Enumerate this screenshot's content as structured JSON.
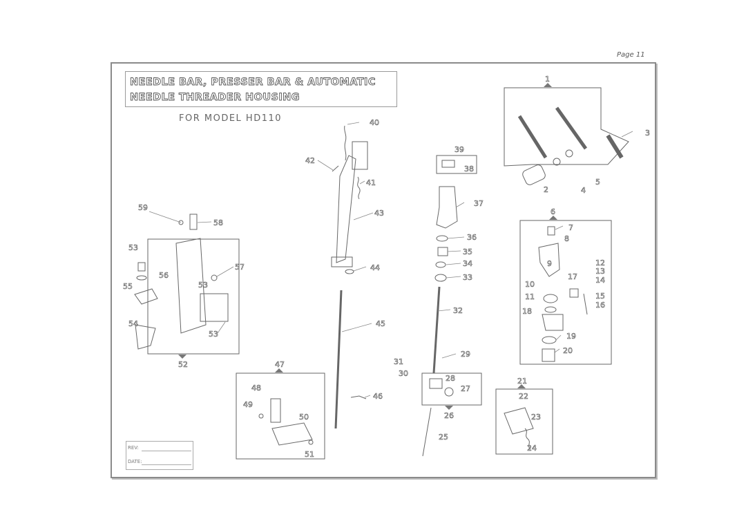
{
  "page": "Page 11",
  "title_lines": [
    "NEEDLE BAR, PRESSER BAR & AUTOMATIC",
    "NEEDLE THREADER HOUSING"
  ],
  "subtitle": "FOR MODEL HD110",
  "revision_box": {
    "rev_label": "REV:",
    "date_label": "DATE:"
  },
  "part_numbers": [
    "1",
    "2",
    "3",
    "4",
    "5",
    "6",
    "7",
    "8",
    "9",
    "10",
    "11",
    "12",
    "13",
    "14",
    "15",
    "16",
    "17",
    "18",
    "19",
    "20",
    "21",
    "22",
    "23",
    "24",
    "25",
    "26",
    "27",
    "28",
    "29",
    "30",
    "31",
    "32",
    "33",
    "34",
    "35",
    "36",
    "37",
    "38",
    "39",
    "40",
    "41",
    "42",
    "43",
    "44",
    "45",
    "46",
    "47",
    "48",
    "49",
    "50",
    "51",
    "52",
    "53",
    "54",
    "55",
    "56",
    "57",
    "58",
    "59"
  ]
}
